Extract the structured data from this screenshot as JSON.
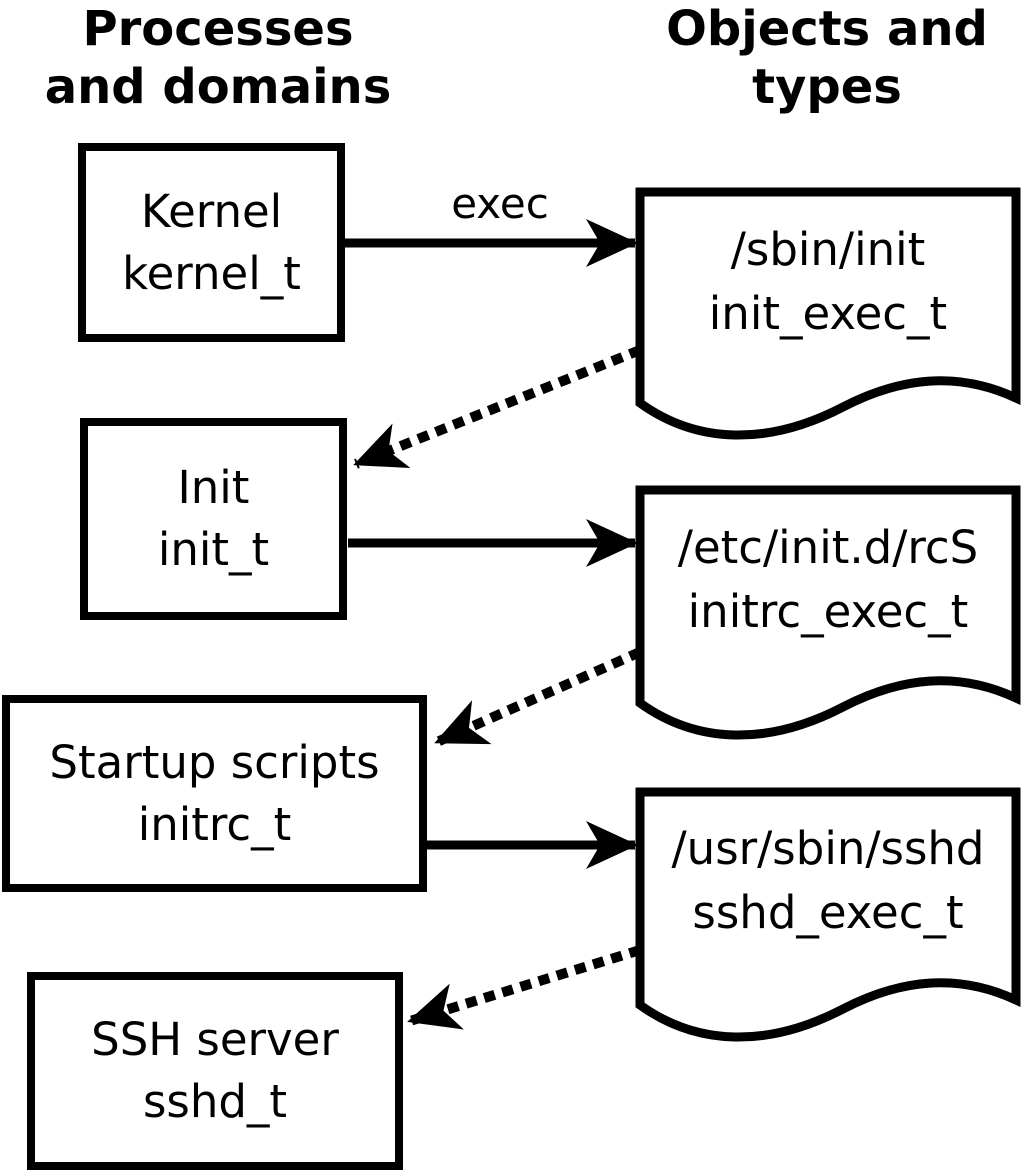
{
  "colors": {
    "ink": "#000000",
    "paper": "#ffffff"
  },
  "column_headers": {
    "processes": {
      "line1": "Processes",
      "line2": "and domains"
    },
    "objects": {
      "line1": "Objects and",
      "line2": "types"
    }
  },
  "process_boxes": [
    {
      "label": "Kernel",
      "domain": "kernel_t"
    },
    {
      "label": "Init",
      "domain": "init_t"
    },
    {
      "label": "Startup scripts",
      "domain": "initrc_t"
    },
    {
      "label": "SSH server",
      "domain": "sshd_t"
    }
  ],
  "object_documents": [
    {
      "path": "/sbin/init",
      "type": "init_exec_t"
    },
    {
      "path": "/etc/init.d/rcS",
      "type": "initrc_exec_t"
    },
    {
      "path": "/usr/sbin/sshd",
      "type": "sshd_exec_t"
    }
  ],
  "arrow_labels": {
    "exec": "exec"
  },
  "edges": {
    "solid": [
      {
        "from": "Kernel (kernel_t)",
        "to": "/sbin/init (init_exec_t)",
        "label": "exec"
      },
      {
        "from": "Init (init_t)",
        "to": "/etc/init.d/rcS (initrc_exec_t)",
        "label": ""
      },
      {
        "from": "Startup scripts (initrc_t)",
        "to": "/usr/sbin/sshd (sshd_exec_t)",
        "label": ""
      }
    ],
    "dotted": [
      {
        "from": "/sbin/init (init_exec_t)",
        "to": "Init (init_t)"
      },
      {
        "from": "/etc/init.d/rcS (initrc_exec_t)",
        "to": "Startup scripts (initrc_t)"
      },
      {
        "from": "/usr/sbin/sshd (sshd_exec_t)",
        "to": "SSH server (sshd_t)"
      }
    ]
  }
}
